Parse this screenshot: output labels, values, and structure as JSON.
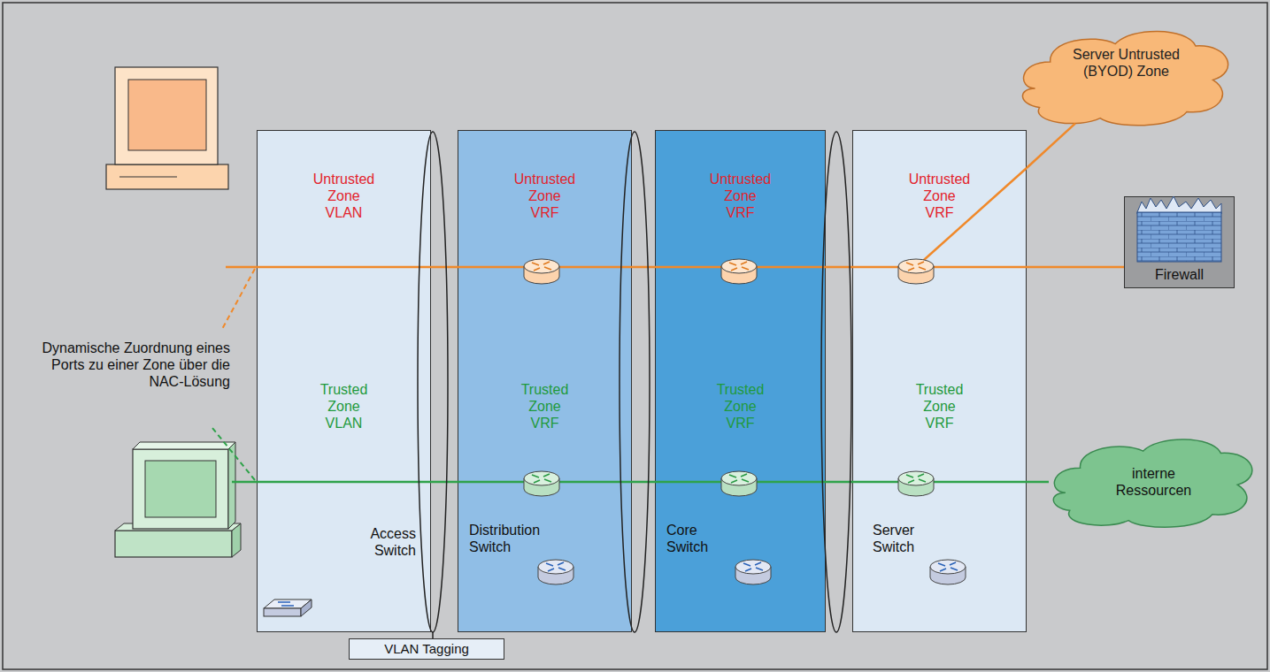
{
  "diagram": {
    "nodes": [
      {
        "text": [
          "Untrusted Zone VLAN",
          "Trusted Zone VLAN",
          "Access Switch"
        ]
      },
      {
        "text": [
          "Untrusted Zone VRF",
          "Trusted Zone VRF",
          "Distribution Switch"
        ]
      },
      {
        "text": [
          "Untrusted Zone VRF",
          "Trusted Zone VRF",
          "Core Switch"
        ]
      },
      {
        "text": [
          "Untrusted Zone VRF",
          "Trusted Zone VRF",
          "Server Switch"
        ]
      },
      {
        "text": [
          "Server Untrusted (BYOD) Zone"
        ]
      },
      {
        "text": [
          "Firewall"
        ]
      },
      {
        "text": [
          "interne Ressourcen"
        ]
      },
      {
        "text": [
          "VLAN Tagging"
        ]
      }
    ],
    "edges": [
      {
        "from": 3,
        "to": 5,
        "arrow": "none"
      },
      {
        "from": 3,
        "to": 4,
        "arrow": "none"
      },
      {
        "from": 3,
        "to": 6,
        "arrow": "none"
      }
    ],
    "labels": [
      "Dynamische Zuordnung eines Ports zu einer Zone über die NAC-Lösung"
    ]
  }
}
